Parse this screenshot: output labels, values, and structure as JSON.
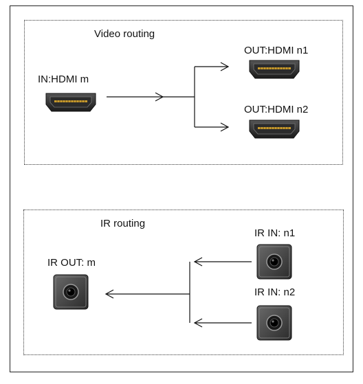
{
  "video": {
    "title": "Video routing",
    "input_label": "IN:HDMI m",
    "outputs": [
      {
        "label": "OUT:HDMI n1"
      },
      {
        "label": "OUT:HDMI n2"
      }
    ]
  },
  "ir": {
    "title": "IR routing",
    "output_label": "IR OUT: m",
    "inputs": [
      {
        "label": "IR IN: n1"
      },
      {
        "label": "IR IN: n2"
      }
    ]
  },
  "icons": {
    "hdmi_port": "hdmi-port-icon",
    "ir_jack": "ir-jack-icon"
  }
}
